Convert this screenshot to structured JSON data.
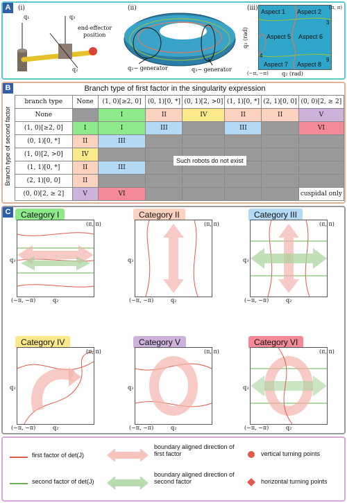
{
  "panel_a": {
    "label": "A",
    "sub_i": "(i)",
    "sub_ii": "(ii)",
    "sub_iii": "(iii)",
    "q1": "q₁",
    "q2": "q₂",
    "q3": "q₃",
    "end_effector": "end-effector",
    "position": "position",
    "q2_generator": "q₂− generator",
    "q3_generator": "q₃− generator",
    "aspects": [
      "Aspect 1",
      "Aspect 2",
      "3",
      "4",
      "Aspect 5",
      "Aspect 6",
      "Aspect 7",
      "Aspect 8",
      "9"
    ],
    "corner_top": "(π, π)",
    "corner_bottom": "(−π, −π)",
    "axis_y": "q₃ (rad)",
    "axis_x": "q₂ (rad)"
  },
  "panel_b": {
    "label": "B",
    "caption": "Branch type of first factor in the singularity expression",
    "side_label": "Branch type of second factor",
    "header": [
      "branch type",
      "None",
      "(1, 0)[≥2, 0]",
      "(0, 1)[0, *]",
      "(0, 1)[2, >0]",
      "(1, 1)[0, *]",
      "(2, 1)[0, 0]",
      "(0, 0)[2, ≥ 2]"
    ],
    "rows": [
      [
        "None",
        "",
        "I",
        "II",
        "IV",
        "II",
        "II",
        "V"
      ],
      [
        "(1, 0)[≥2, 0]",
        "I",
        "I",
        "III",
        "",
        "III",
        "",
        "VI"
      ],
      [
        "(0, 1)[0, *]",
        "II",
        "III",
        "",
        "",
        "",
        "",
        ""
      ],
      [
        "(1, 0)[2, >0]",
        "IV",
        "",
        "",
        "",
        "",
        "",
        ""
      ],
      [
        "(1, 1)[0, *]",
        "II",
        "III",
        "",
        "",
        "",
        "",
        ""
      ],
      [
        "(2, 1)[0, 0]",
        "II",
        "",
        "",
        "",
        "",
        "",
        ""
      ],
      [
        "(0, 0)[2, ≥ 2]",
        "V",
        "VI",
        "",
        "",
        "",
        "",
        ""
      ]
    ],
    "no_robot_note": "Such robots do not exist",
    "cuspidal_note": "cuspidal only"
  },
  "panel_c": {
    "label": "C",
    "categories": [
      "Category I",
      "Category II",
      "Category III",
      "Category IV",
      "Category V",
      "Category VI"
    ],
    "corner_top": "(π, π)",
    "corner_bottom": "(−π, −π)",
    "q2": "q₂",
    "q3": "q₃"
  },
  "legend": {
    "first_factor": "first factor of det(J)",
    "second_factor": "second factor of det(J)",
    "boundary_first": "boundary aligned direction of first factor",
    "boundary_second": "boundary aligned direction of second factor",
    "vertical_turning": "vertical turning points",
    "horizontal_turning": "horizontal turning points"
  },
  "colors": {
    "first_factor": "#e05a4a",
    "second_factor": "#6ab04c",
    "cat_I": "#8ee98a",
    "cat_II": "#fbd2c0",
    "cat_III": "#b3d9f4",
    "cat_IV": "#fae98b",
    "cat_V": "#cdb3dc",
    "cat_VI": "#f48a98"
  }
}
